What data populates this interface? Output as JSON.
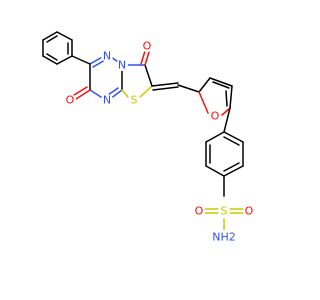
{
  "atoms": {
    "o_top": "O",
    "n_top": "N",
    "n_mid": "N",
    "n_left": "N",
    "s_ring": "S",
    "o_left": "O",
    "o_furan": "O",
    "o_sulf_left": "O",
    "s_sulf": "S",
    "o_sulf_right": "O",
    "nh2": "NH2"
  },
  "colors": {
    "oxygen": "#ff0d0d",
    "nitrogen": "#3050f8",
    "sulfur": "#c8c800",
    "bond": "#000000"
  }
}
